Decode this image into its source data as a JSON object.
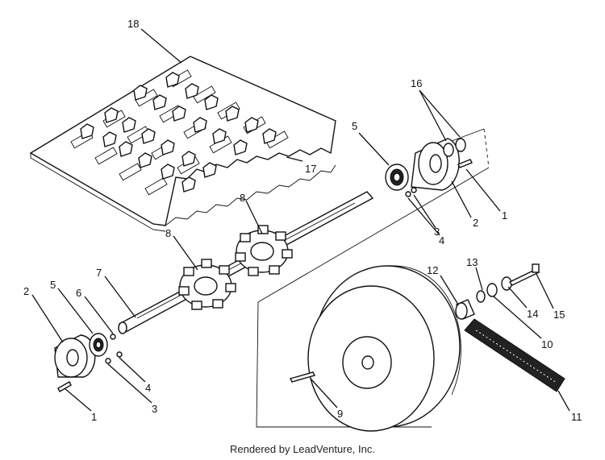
{
  "diagram": {
    "callouts": [
      {
        "id": "c18",
        "label": "18"
      },
      {
        "id": "c16",
        "label": "16"
      },
      {
        "id": "c5r",
        "label": "5"
      },
      {
        "id": "c17",
        "label": "17"
      },
      {
        "id": "c1r",
        "label": "1"
      },
      {
        "id": "c2r",
        "label": "2"
      },
      {
        "id": "c3r",
        "label": "3"
      },
      {
        "id": "c4r",
        "label": "4"
      },
      {
        "id": "c8a",
        "label": "8"
      },
      {
        "id": "c8b",
        "label": "8"
      },
      {
        "id": "c7",
        "label": "7"
      },
      {
        "id": "c2l",
        "label": "2"
      },
      {
        "id": "c5l",
        "label": "5"
      },
      {
        "id": "c6",
        "label": "6"
      },
      {
        "id": "c4l",
        "label": "4"
      },
      {
        "id": "c3l",
        "label": "3"
      },
      {
        "id": "c1l",
        "label": "1"
      },
      {
        "id": "c12",
        "label": "12"
      },
      {
        "id": "c13",
        "label": "13"
      },
      {
        "id": "c14",
        "label": "14"
      },
      {
        "id": "c15",
        "label": "15"
      },
      {
        "id": "c10",
        "label": "10"
      },
      {
        "id": "c9",
        "label": "9"
      },
      {
        "id": "c11",
        "label": "11"
      }
    ]
  },
  "footer": {
    "credit": "Rendered by LeadVenture, Inc."
  }
}
